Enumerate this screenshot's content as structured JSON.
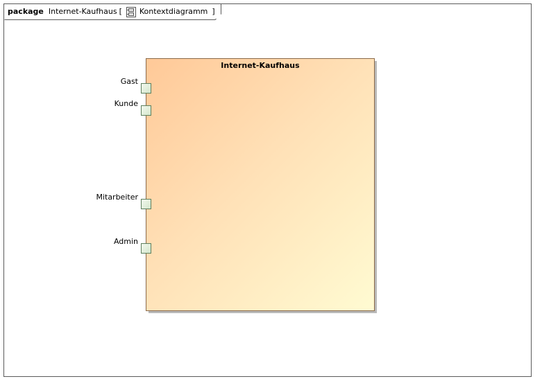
{
  "frame": {
    "keyword": "package",
    "name": "Internet-Kaufhaus",
    "open_bracket": "[",
    "diagram_icon": "diagram-icon",
    "diagram_type": "Kontextdiagramm",
    "close_bracket": "]"
  },
  "block": {
    "title": "Internet-Kaufhaus",
    "ports": [
      {
        "label": "Gast"
      },
      {
        "label": "Kunde"
      },
      {
        "label": "Mitarbeiter"
      },
      {
        "label": "Admin"
      }
    ]
  }
}
